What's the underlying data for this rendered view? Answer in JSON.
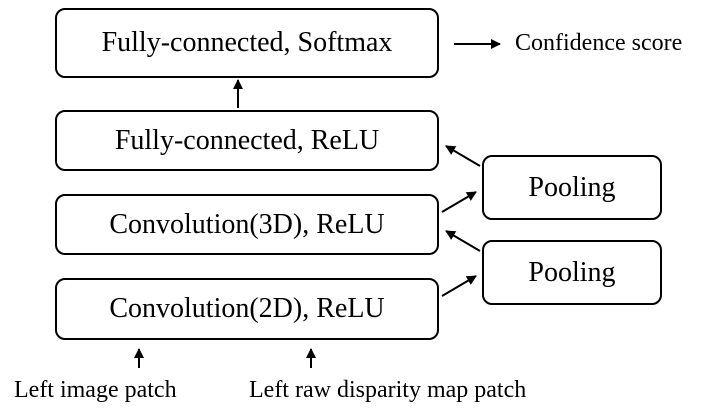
{
  "diagram": {
    "nodes": {
      "fc_softmax": "Fully-connected, Softmax",
      "fc_relu": "Fully-connected, ReLU",
      "conv3d": "Convolution(3D), ReLU",
      "conv2d": "Convolution(2D), ReLU",
      "pool_top": "Pooling",
      "pool_bottom": "Pooling"
    },
    "labels": {
      "output": "Confidence score",
      "input_left": "Left image patch",
      "input_right": "Left raw disparity map patch"
    }
  }
}
